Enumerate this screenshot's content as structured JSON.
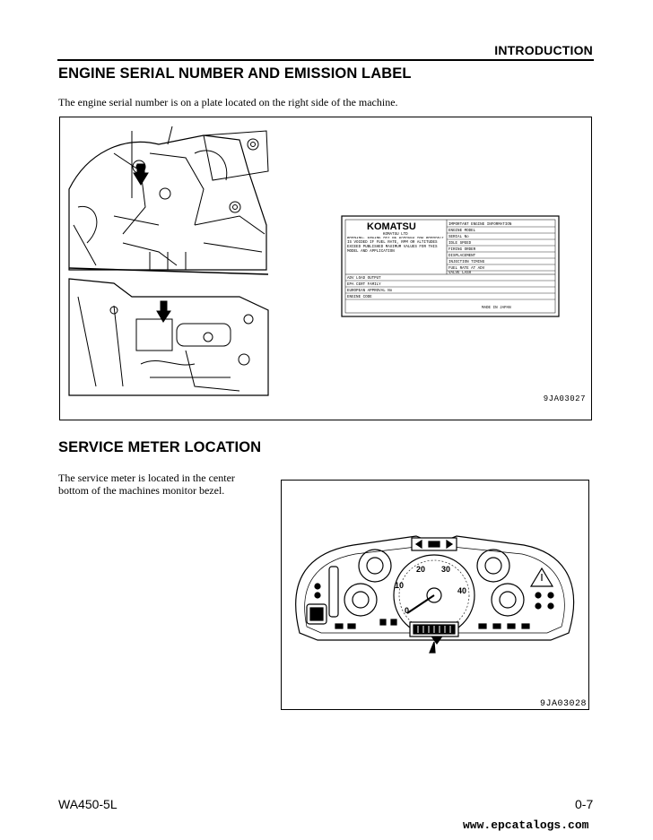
{
  "header": {
    "section": "INTRODUCTION"
  },
  "section1": {
    "title": "ENGINE SERIAL NUMBER AND EMISSION LABEL",
    "text": "The engine serial number is on a plate located on the right side of the machine.",
    "figure_id": "9JA03027",
    "plate": {
      "brand": "KOMATSU",
      "brand_sub": "KOMATSU LTD",
      "heading": "IMPORTANT ENGINE INFORMATION",
      "fields": [
        "ENGINE MODEL",
        "SERIAL No",
        "IDLE SPEED",
        "FIRING ORDER",
        "DISPLACEMENT",
        "INJECTION TIMING",
        "FUEL RATE AT ADV",
        "VALVE LASH"
      ],
      "warning": "WARNING: ENGINE MAY BE DAMAGED AND WARRANTY IS VOIDED IF FUEL RATE, RPM OR ALTITUDES EXCEED PUBLISHED MAXIMUM VALUES FOR THIS MODEL AND APPLICATION",
      "rows": [
        "ADV LOAD OUTPUT",
        "EPA CERT FAMILY",
        "EUROPEAN APPROVAL No",
        "ENGINE CODE"
      ],
      "made_in": "MADE IN JAPAN"
    }
  },
  "section2": {
    "title": "SERVICE METER LOCATION",
    "text_line1": "The service meter is located in the center",
    "text_line2": "bottom of the machines monitor bezel.",
    "figure_id": "9JA03028",
    "gauge_labels": [
      "10",
      "20",
      "30",
      "40",
      "0"
    ]
  },
  "footer": {
    "model": "WA450-5L",
    "page": "0-7",
    "watermark": "www.epcatalogs.com"
  }
}
